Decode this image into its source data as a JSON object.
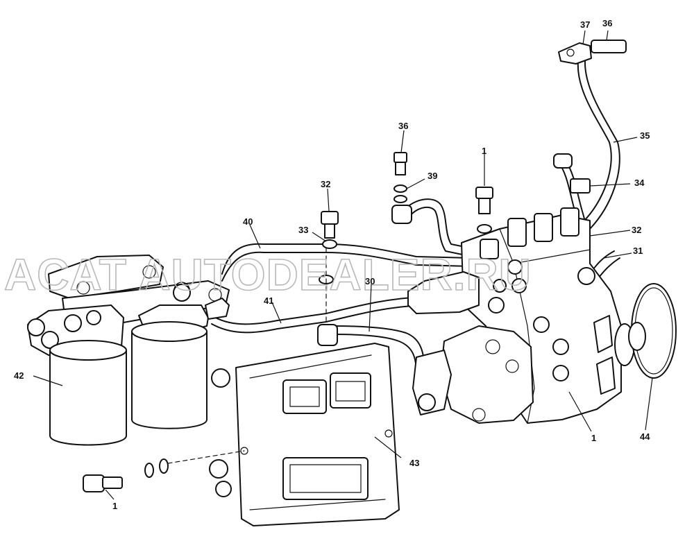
{
  "watermark": "ACAT AUTODEALER.RU",
  "callouts": {
    "c1_top": "1",
    "c1_pump": "1",
    "c1_plug": "1",
    "c30": "30",
    "c31": "31",
    "c32_left": "32",
    "c32_right": "32",
    "c33": "33",
    "c34": "34",
    "c35": "35",
    "c36_top": "36",
    "c36_bolt": "36",
    "c37": "37",
    "c39": "39",
    "c40": "40",
    "c41": "41",
    "c42": "42",
    "c43": "43",
    "c44": "44"
  }
}
